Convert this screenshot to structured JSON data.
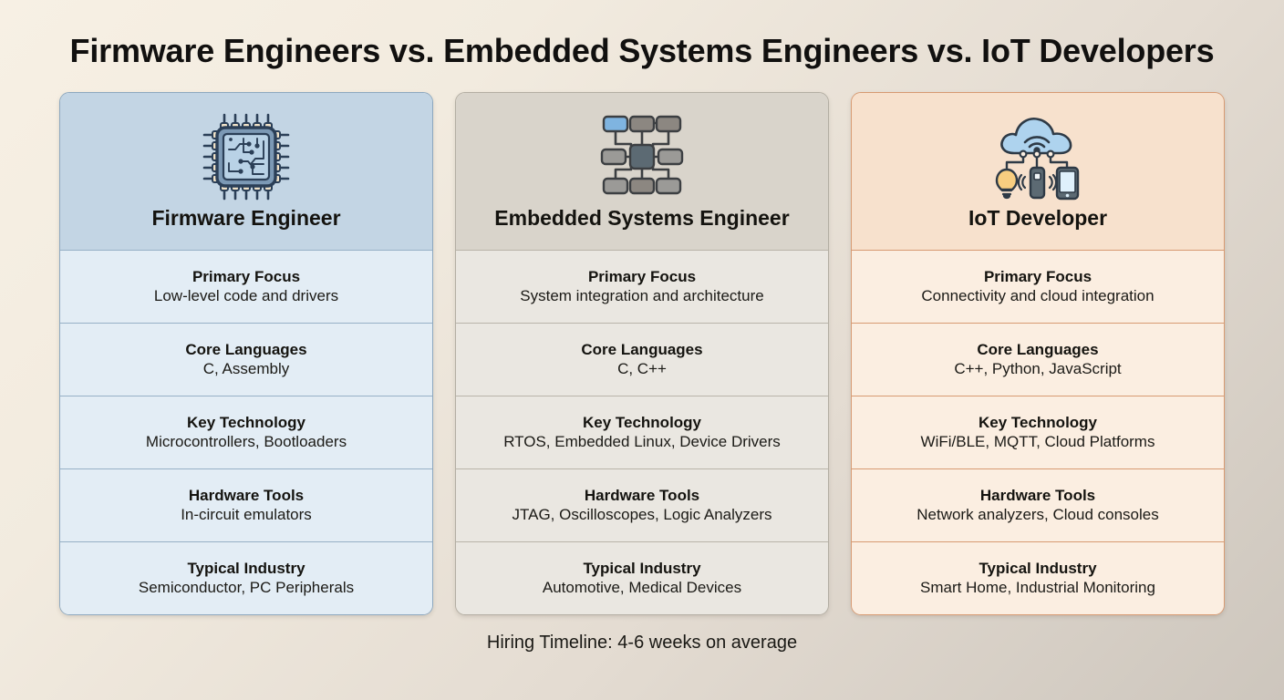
{
  "title": "Firmware Engineers vs. Embedded Systems Engineers vs. IoT Developers",
  "footer": "Hiring Timeline: 4-6 weeks on average",
  "colors": {
    "background_start": "#f7f0e4",
    "background_end": "#cdc6bd",
    "firmware_header": "#c3d5e4",
    "firmware_body": "#e3edf5",
    "firmware_border": "#8da8bf",
    "embedded_header": "#d9d4cb",
    "embedded_body": "#eae7e1",
    "embedded_border": "#b3aea3",
    "iot_header": "#f7e1cd",
    "iot_body": "#fbeee1",
    "iot_border": "#d79a72",
    "title_text": "#11100f"
  },
  "columns": [
    {
      "title": "Firmware Engineer",
      "icon": "microchip-icon",
      "rows": [
        {
          "label": "Primary Focus",
          "value": "Low-level code and drivers"
        },
        {
          "label": "Core Languages",
          "value": "C, Assembly"
        },
        {
          "label": "Key Technology",
          "value": "Microcontrollers, Bootloaders"
        },
        {
          "label": "Hardware Tools",
          "value": "In-circuit emulators"
        },
        {
          "label": "Typical Industry",
          "value": "Semiconductor, PC Peripherals"
        }
      ]
    },
    {
      "title": "Embedded Systems Engineer",
      "icon": "network-nodes-icon",
      "rows": [
        {
          "label": "Primary Focus",
          "value": "System integration and architecture"
        },
        {
          "label": "Core Languages",
          "value": "C, C++"
        },
        {
          "label": "Key Technology",
          "value": "RTOS, Embedded Linux, Device Drivers"
        },
        {
          "label": "Hardware Tools",
          "value": "JTAG, Oscilloscopes, Logic Analyzers"
        },
        {
          "label": "Typical Industry",
          "value": "Automotive, Medical Devices"
        }
      ]
    },
    {
      "title": "IoT Developer",
      "icon": "cloud-devices-icon",
      "rows": [
        {
          "label": "Primary Focus",
          "value": "Connectivity and cloud integration"
        },
        {
          "label": "Core Languages",
          "value": "C++, Python, JavaScript"
        },
        {
          "label": "Key Technology",
          "value": "WiFi/BLE, MQTT, Cloud Platforms"
        },
        {
          "label": "Hardware Tools",
          "value": "Network analyzers, Cloud consoles"
        },
        {
          "label": "Typical Industry",
          "value": "Smart Home, Industrial Monitoring"
        }
      ]
    }
  ]
}
